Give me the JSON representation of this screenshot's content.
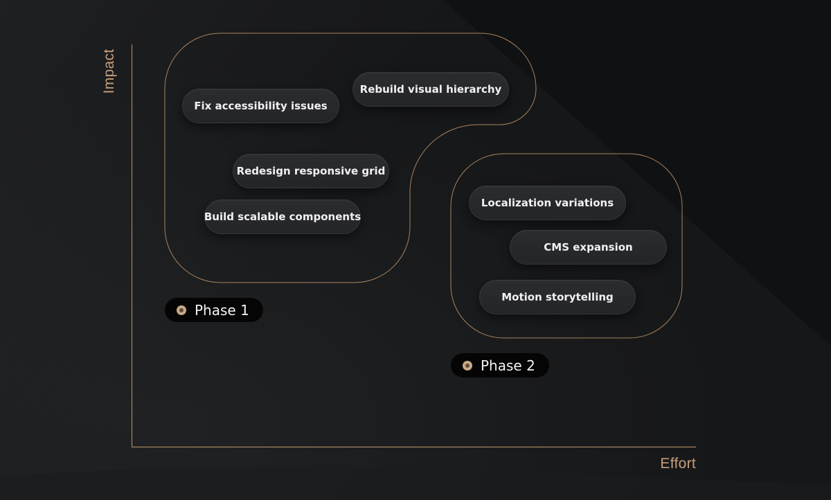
{
  "axes": {
    "y_label": "Impact",
    "x_label": "Effort"
  },
  "phases": [
    {
      "label": "Phase 1",
      "items": [
        "Rebuild visual hierarchy",
        "Fix accessibility issues",
        "Redesign responsive grid",
        "Build scalable components"
      ]
    },
    {
      "label": "Phase 2",
      "items": [
        "Localization variations",
        "CMS expansion",
        "Motion storytelling"
      ]
    }
  ],
  "colors": {
    "background": "#161719",
    "accent": "#c79f7c",
    "outline": "#a8845f",
    "pill": "#2a2b2e",
    "badge": "#050505"
  }
}
